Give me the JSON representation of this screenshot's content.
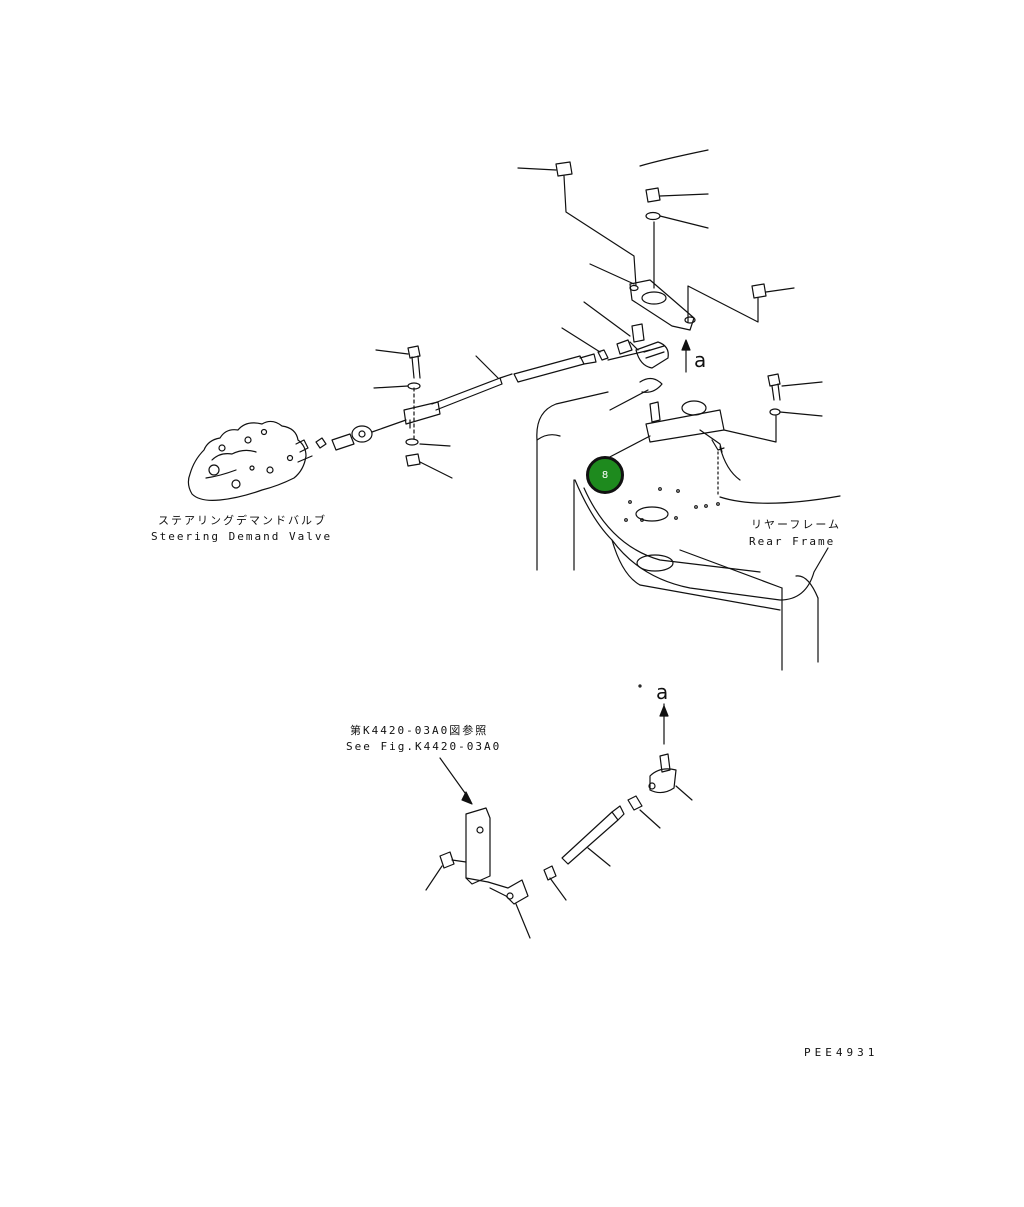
{
  "labels": {
    "valve_jp": "ステアリングデマンドバルブ",
    "valve_en": "Steering Demand Valve",
    "frame_jp": "リヤーフレーム",
    "frame_en": "Rear Frame",
    "ref_jp": "第K4420-03A0図参照",
    "ref_en": "See Fig.K4420-03A0",
    "arrow_a_top": "a",
    "arrow_a_bottom": "a",
    "drawing_code": "PEE4931"
  },
  "callout": {
    "number": "8",
    "color": "#1e8a1e"
  }
}
